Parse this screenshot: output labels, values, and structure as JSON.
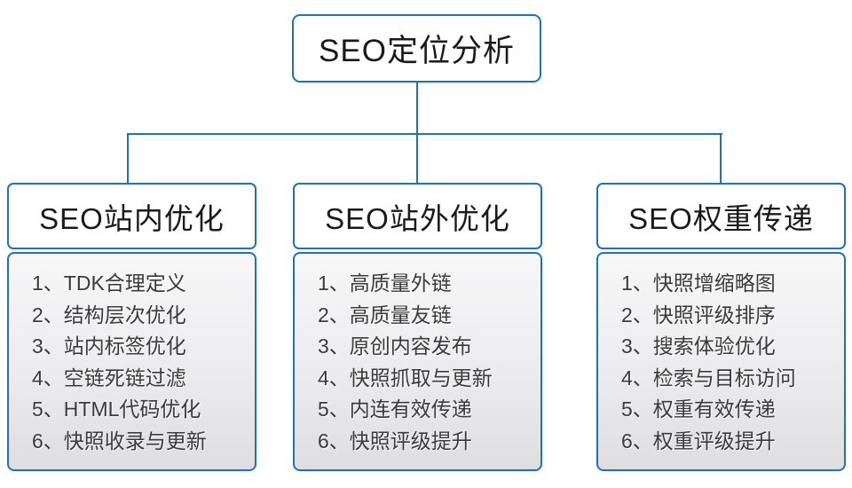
{
  "diagram": {
    "root": {
      "title": "SEO定位分析"
    },
    "columns": [
      {
        "title": "SEO站内优化",
        "items": [
          "1、TDK合理定义",
          "2、结构层次优化",
          "3、站内标签优化",
          "4、空链死链过滤",
          "5、HTML代码优化",
          "6、快照收录与更新"
        ]
      },
      {
        "title": "SEO站外优化",
        "items": [
          "1、高质量外链",
          "2、高质量友链",
          "3、原创内容发布",
          "4、快照抓取与更新",
          "5、内连有效传递",
          "6、快照评级提升"
        ]
      },
      {
        "title": "SEO权重传递",
        "items": [
          "1、快照增缩略图",
          "2、快照评级排序",
          "3、搜索体验优化",
          "4、检索与目标访问",
          "5、权重有效传递",
          "6、权重评级提升"
        ]
      }
    ],
    "colors": {
      "accent_blue": "#1d72b8",
      "header_text": "#1a1a1a",
      "item_text": "#3a3a3a",
      "panel_gradient_top": "#f7f7f8",
      "panel_gradient_bottom": "#dedee1",
      "background": "#ffffff"
    }
  }
}
